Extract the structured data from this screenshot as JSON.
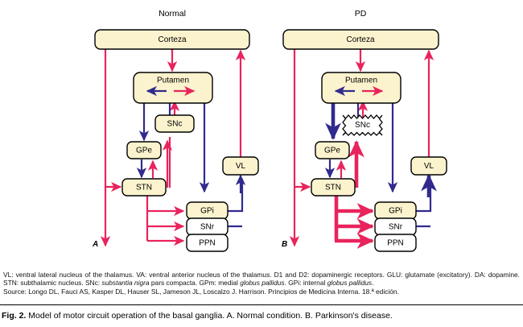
{
  "figure": {
    "panels": [
      {
        "id": "normal",
        "title": "Normal",
        "letter": "A",
        "boxes": {
          "cortex": "Corteza",
          "putamen": "Putamen",
          "snc": "SNc",
          "gpe": "GPe",
          "stn": "STN",
          "vl": "VL",
          "gpi": "GPi",
          "snr": "SNr",
          "ppn": "PPN"
        }
      },
      {
        "id": "pd",
        "title": "PD",
        "letter": "B",
        "boxes": {
          "cortex": "Corteza",
          "putamen": "Putamen",
          "snc": "SNc",
          "gpe": "GPe",
          "stn": "STN",
          "vl": "VL",
          "gpi": "GPi",
          "snr": "SNr",
          "ppn": "PPN"
        }
      }
    ],
    "colors": {
      "excitatory_red": "#e8245c",
      "inhibitory_blue": "#312a8e",
      "box_fill_cream": "#fbf3cd",
      "box_fill_white": "#ffffff",
      "box_stroke": "#000000"
    },
    "legend_lines": [
      "VL: ventral lateral nucleus of the thalamus. VA: ventral anterior nucleus of the thalamus. D1 and D2: dopaminergic receptors. GLU: glutamate (excitatory). DA: dopamine. STN: subthalamic nucleus. SNc: substantia nigra pars compacta. GPm: medial globus pallidus. GPi: internal globus pallidus.",
      "Source: Longo DL, Fauci AS, Kasper DL, Hauser SL, Jameson JL, Loscalzo J. Harrison. Principios de Medicina Interna. 18.ª edición."
    ],
    "caption": {
      "label": "Fig. 2.",
      "text": "Model of motor circuit operation of the basal ganglia. A. Normal condition. B. Parkinson's disease."
    }
  }
}
